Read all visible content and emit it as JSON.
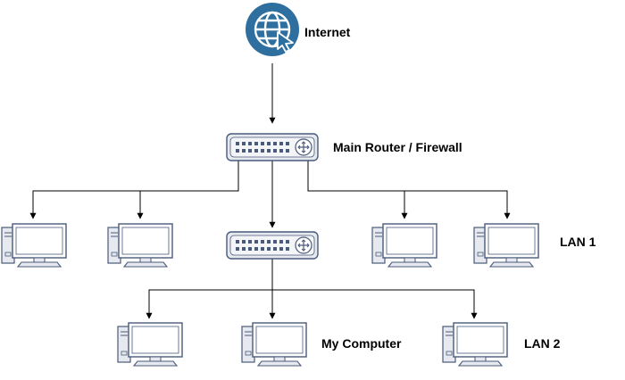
{
  "labels": {
    "internet": "Internet",
    "main_router": "Main Router / Firewall",
    "lan1": "LAN 1",
    "my_computer": "My Computer",
    "lan2": "LAN 2"
  },
  "icons": {
    "globe": "internet-globe-icon",
    "router": "router-icon",
    "computer": "computer-icon"
  },
  "colors": {
    "globe_fill": "#2E6FA0",
    "device_stroke": "#4A5A7A",
    "device_fill": "#E6E9EF",
    "screen_fill": "#FFFFFF",
    "line": "#000000"
  }
}
